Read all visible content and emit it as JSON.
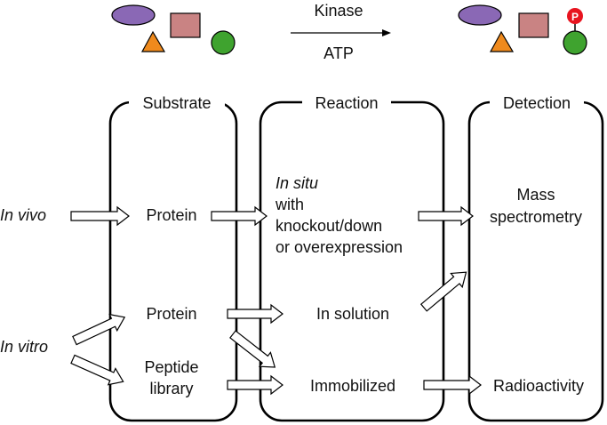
{
  "top": {
    "enzyme_label": "Kinase",
    "cofactor_label": "ATP",
    "phospho_label": "P",
    "colors": {
      "ellipse": "#8a68b5",
      "rectangle": "#c98383",
      "triangle": "#ef8a1d",
      "circle": "#3fa32f",
      "phospho": "#e8141f"
    }
  },
  "columns": {
    "substrate": "Substrate",
    "reaction": "Reaction",
    "detection": "Detection"
  },
  "left": {
    "in_vivo": "In vivo",
    "in_vitro": "In vitro"
  },
  "substrate": {
    "protein_vivo": "Protein",
    "protein_vitro": "Protein",
    "peptide_line1": "Peptide",
    "peptide_line2": "library"
  },
  "reaction": {
    "in_situ": "In situ",
    "line2": "with",
    "line3": "knockout/down",
    "line4": "or overexpression",
    "in_solution": "In solution",
    "immobilized": "Immobilized"
  },
  "detection": {
    "mass_line1": "Mass",
    "mass_line2": "spectrometry",
    "radioactivity": "Radioactivity"
  }
}
